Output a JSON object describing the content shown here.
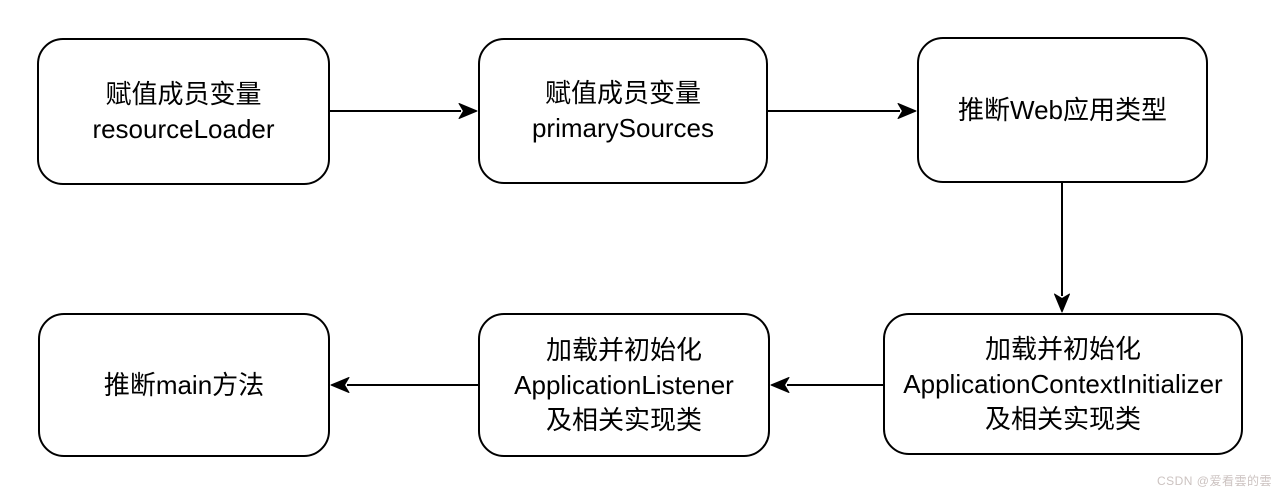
{
  "diagram": {
    "stroke_color": "#000000",
    "text_color": "#000000",
    "background_color": "#ffffff",
    "nodes": [
      {
        "id": "assign-resource-loader",
        "line1": "赋值成员变量",
        "line2": "resourceLoader"
      },
      {
        "id": "assign-primary-sources",
        "line1": "赋值成员变量",
        "line2": "primarySources"
      },
      {
        "id": "deduce-web-app-type",
        "line1": "推断Web应用类型"
      },
      {
        "id": "load-context-initializer",
        "line1": "加载并初始化",
        "line2": "ApplicationContextInitializer",
        "line3": "及相关实现类"
      },
      {
        "id": "load-application-listener",
        "line1": "加载并初始化",
        "line2": "ApplicationListener",
        "line3": "及相关实现类"
      },
      {
        "id": "deduce-main-method",
        "line1": "推断main方法"
      }
    ],
    "edges": [
      {
        "from": "assign-resource-loader",
        "to": "assign-primary-sources",
        "direction": "right"
      },
      {
        "from": "assign-primary-sources",
        "to": "deduce-web-app-type",
        "direction": "right"
      },
      {
        "from": "deduce-web-app-type",
        "to": "load-context-initializer",
        "direction": "down"
      },
      {
        "from": "load-context-initializer",
        "to": "load-application-listener",
        "direction": "left"
      },
      {
        "from": "load-application-listener",
        "to": "deduce-main-method",
        "direction": "left"
      }
    ]
  },
  "watermark": {
    "text": "CSDN @爱看雲的雲",
    "color": "#ccc3c1"
  }
}
